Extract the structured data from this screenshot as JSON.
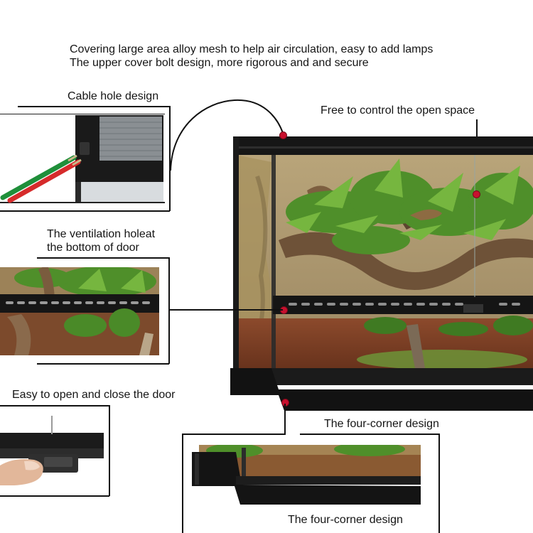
{
  "header": {
    "line1": "Covering large area alloy mesh to help air circulation, easy to add lamps",
    "line2": "The upper cover bolt design, more rigorous and and secure"
  },
  "callouts": {
    "cable_hole": "Cable hole design",
    "open_space": "Free to control the open space",
    "ventilation_line1": "The ventilation holeat",
    "ventilation_line2": "the bottom of door",
    "door": "Easy to open and close the door",
    "corner_top": "The four-corner design",
    "corner_bottom": "The four-corner design"
  },
  "colors": {
    "frame": "#161616",
    "accent_dot": "#c8102e",
    "foliage": "#4f8f2a",
    "wood": "#6e5238",
    "substrate": "#7a3a22"
  }
}
